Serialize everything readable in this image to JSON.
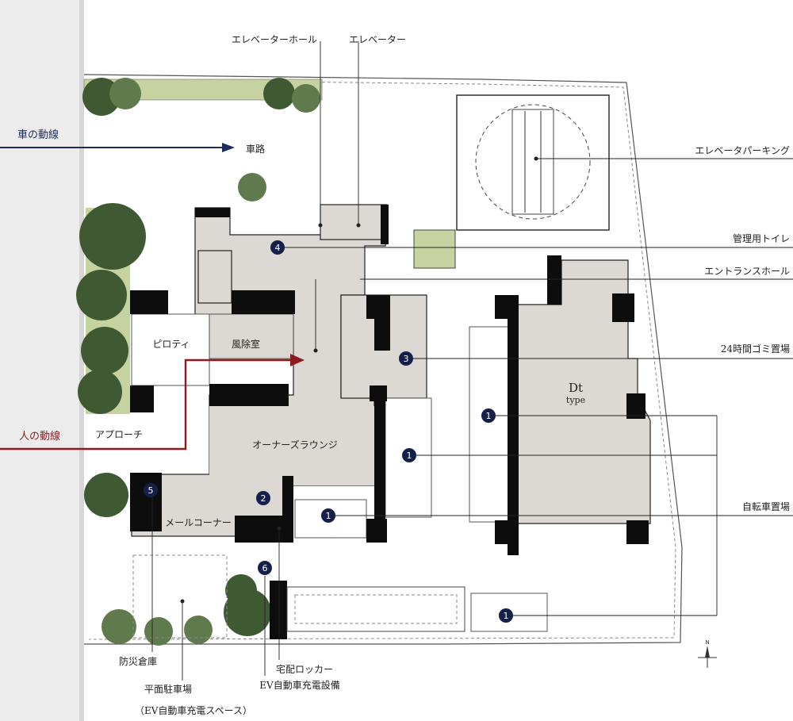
{
  "labels": {
    "elevator_hall": "エレベーターホール",
    "elevator": "エレベーター",
    "elevator_parking": "エレベータパーキング",
    "mgmt_toilet": "管理用トイレ",
    "entrance_hall": "エントランスホール",
    "garbage": "24時間ゴミ置場",
    "dt": "Dt",
    "dt_type": "type",
    "bicycle": "自転車置場",
    "car_flow": "車の動線",
    "road": "車路",
    "people_flow": "人の動線",
    "piloti": "ピロティ",
    "windbreak": "風除室",
    "approach": "アプローチ",
    "owners_lounge": "オーナーズラウンジ",
    "mail_corner": "メールコーナー",
    "disaster_storage": "防災倉庫",
    "flat_parking": "平面駐車場",
    "ev_charging_space": "（EV自動車充電スペース）",
    "delivery_locker": "宅配ロッカー",
    "ev_charging": "EV自動車充電設備",
    "north": "N"
  },
  "badges": [
    "1",
    "1",
    "1",
    "1",
    "2",
    "3",
    "4",
    "5",
    "6"
  ],
  "colors": {
    "car_flow": "#1f2a5c",
    "people_flow": "#8e1b1b",
    "badge": "#15204a",
    "room_fill": "#dcd8d3",
    "green_area": "#c6d3a0"
  }
}
